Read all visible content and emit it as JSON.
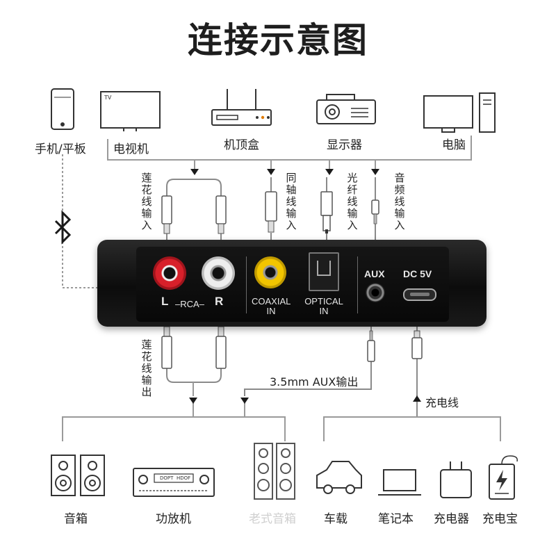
{
  "title": "连接示意图",
  "top_devices": {
    "phone": "手机/平板",
    "tv": "电视机",
    "tv_screen_text": "TV",
    "settop": "机顶盒",
    "projector": "显示器",
    "computer": "电脑"
  },
  "input_labels": {
    "rca_in": "莲花线输入",
    "coaxial_in": "同轴线输入",
    "optical_in": "光纤线输入",
    "aux_in": "音频线输入"
  },
  "device_panel": {
    "rca_l": "L",
    "rca_mid": "RCA",
    "rca_r": "R",
    "coaxial_1": "COAXIAL",
    "coaxial_2": "IN",
    "optical_1": "OPTICAL",
    "optical_2": "IN",
    "aux": "AUX",
    "dc": "DC 5V"
  },
  "output_labels": {
    "rca_out": "莲花线输出",
    "aux_out": "3.5mm AUX输出",
    "charge": "充电线"
  },
  "bottom_devices": {
    "speakers": "音箱",
    "amplifier": "功放机",
    "amp_display_1": "DOPT",
    "amp_display_2": "HDOF",
    "old_speakers": "老式音箱",
    "car": "车载",
    "laptop": "笔记本",
    "charger": "充电器",
    "powerbank": "充电宝"
  },
  "colors": {
    "line": "#9a9a9a",
    "rca_red": "#d8202a",
    "rca_white": "#e8e8e8",
    "rca_yellow": "#f2c500",
    "device_body": "#111111"
  }
}
